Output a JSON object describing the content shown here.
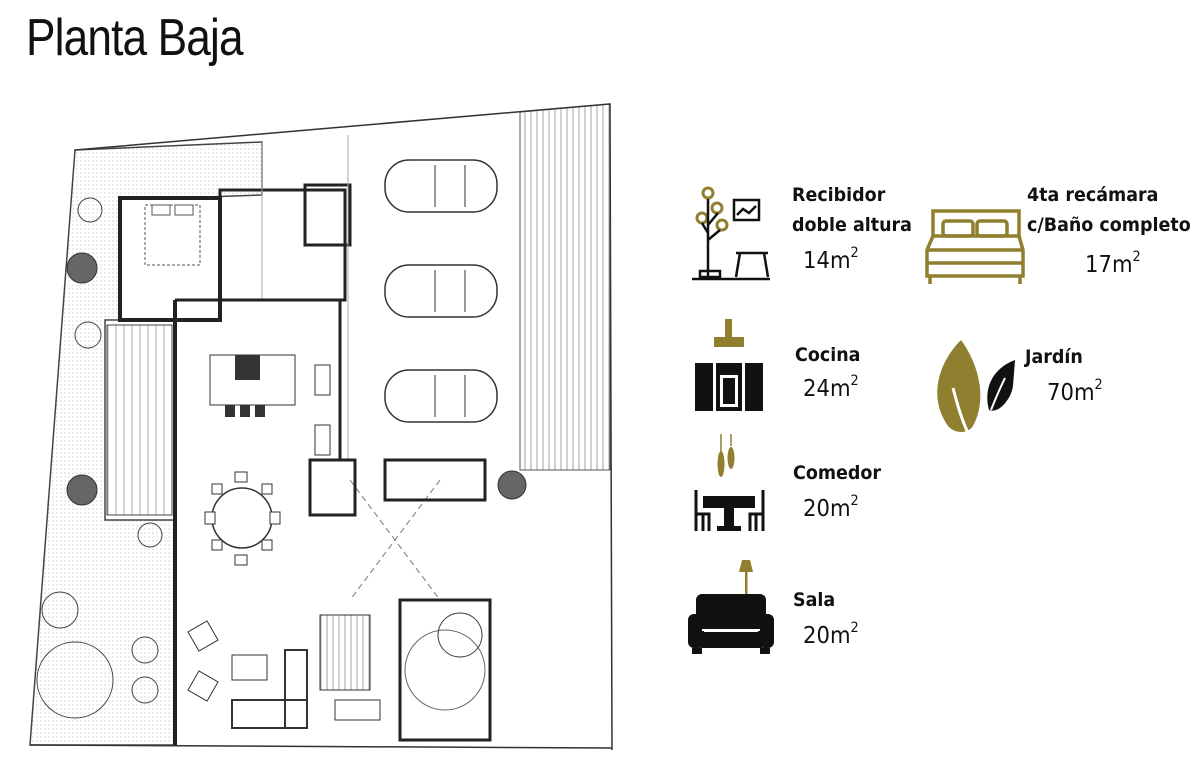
{
  "title": "Planta Baja",
  "colors": {
    "accent": "#8f7f2e",
    "ink": "#111111"
  },
  "legend": [
    {
      "id": "recibidor",
      "icon": "tree-lamp-table-icon",
      "label_lines": [
        "Recibidor",
        "doble  altura"
      ],
      "area": "14",
      "unit": "m",
      "exp": "2"
    },
    {
      "id": "recamara",
      "icon": "bed-icon",
      "label_lines": [
        "4ta recámara",
        "c/Baño completo"
      ],
      "area": "17",
      "unit": "m",
      "exp": "2"
    },
    {
      "id": "cocina",
      "icon": "kitchen-stove-icon",
      "label_lines": [
        "Cocina"
      ],
      "area": "24",
      "unit": "m",
      "exp": "2"
    },
    {
      "id": "jardin",
      "icon": "leaves-icon",
      "label_lines": [
        "Jardín"
      ],
      "area": "70",
      "unit": "m",
      "exp": "2"
    },
    {
      "id": "comedor",
      "icon": "dining-table-icon",
      "label_lines": [
        "Comedor"
      ],
      "area": "20",
      "unit": "m",
      "exp": "2"
    },
    {
      "id": "sala",
      "icon": "sofa-lamp-icon",
      "label_lines": [
        "Sala"
      ],
      "area": "20",
      "unit": "m",
      "exp": "2"
    }
  ]
}
